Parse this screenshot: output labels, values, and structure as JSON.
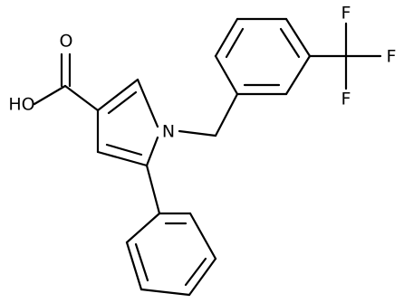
{
  "molecule": {
    "atoms": {
      "oxygen_carbonyl": "O",
      "hydroxyl": "HO",
      "nitrogen": "N",
      "fluorine_1": "F",
      "fluorine_2": "F",
      "fluorine_3": "F"
    },
    "colors": {
      "bond": "#000000",
      "label": "#000000",
      "background": "#ffffff"
    }
  }
}
